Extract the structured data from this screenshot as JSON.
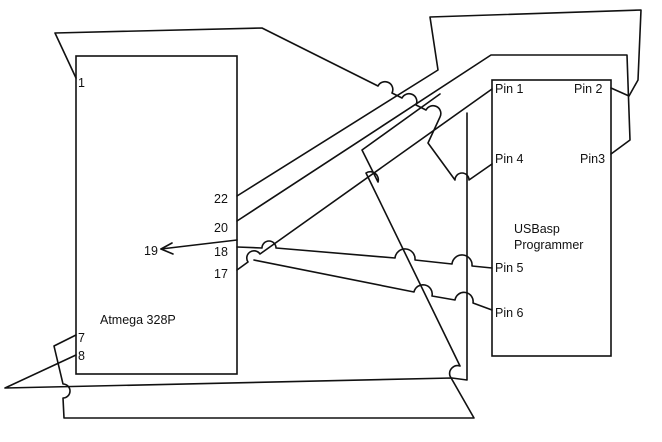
{
  "atmega": {
    "name": "Atmega 328P",
    "pins": {
      "p1": "1",
      "p22": "22",
      "p20": "20",
      "p19": "19",
      "p18": "18",
      "p17": "17",
      "p7": "7",
      "p8": "8"
    }
  },
  "usbasp": {
    "name_line1": "USBasp",
    "name_line2": "Programmer",
    "pins": {
      "pin1": "Pin 1",
      "pin2": "Pin 2",
      "pin3": "Pin3",
      "pin4": "Pin 4",
      "pin5": "Pin 5",
      "pin6": "Pin 6"
    }
  }
}
